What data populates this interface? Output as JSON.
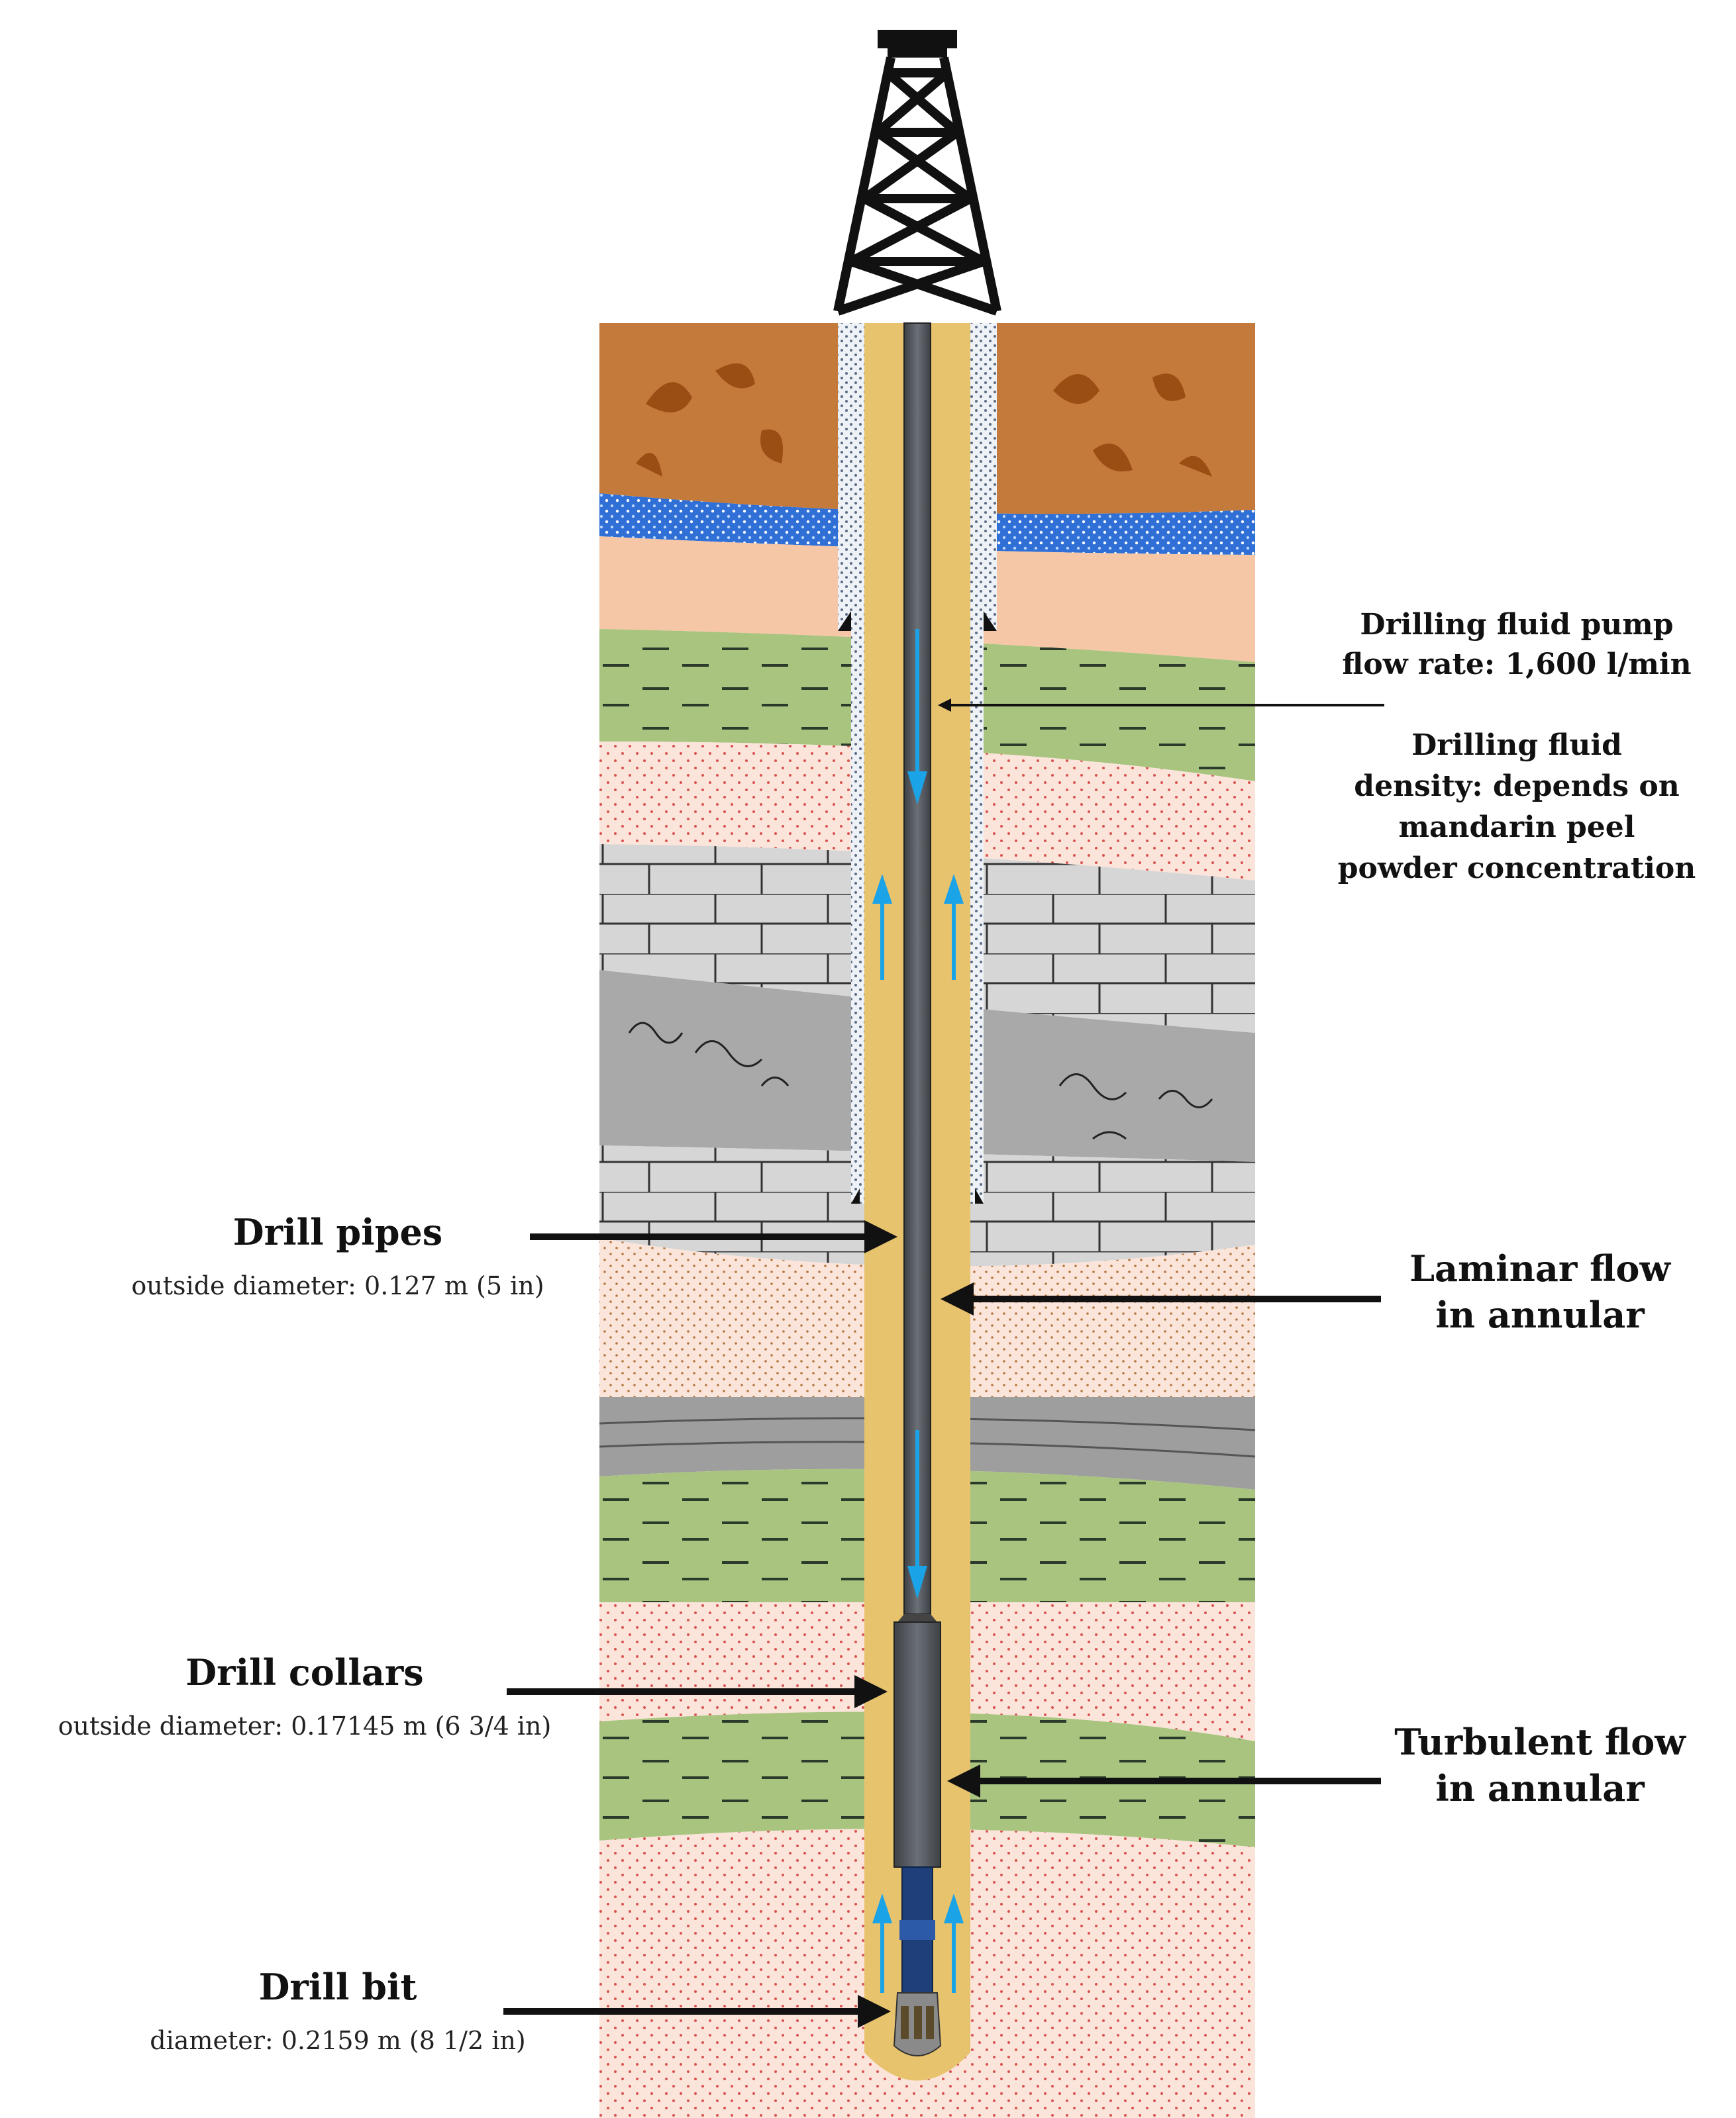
{
  "labels": {
    "pump_line1": "Drilling fluid pump",
    "pump_line2": "flow rate: 1,600 l/min",
    "density_line1": "Drilling fluid",
    "density_line2": "density: depends on",
    "density_line3": "mandarin peel",
    "density_line4": "powder concentration",
    "drill_pipes_title": "Drill pipes",
    "drill_pipes_od": "outside diameter: 0.127 m (5 in)",
    "laminar_line1": "Laminar flow",
    "laminar_line2": "in annular",
    "drill_collars_title": "Drill collars",
    "drill_collars_od": "outside diameter: 0.17145 m (6 3/4 in)",
    "turbulent_line1": "Turbulent flow",
    "turbulent_line2": "in annular",
    "drill_bit_title": "Drill bit",
    "drill_bit_d": "diameter: 0.2159 m (8 1/2 in)"
  },
  "colors": {
    "topsoil": "#c47a3b",
    "aquifer": "#2f6fd6",
    "sandstone": "#f6c7a6",
    "shale_green": "#a8c47f",
    "sand_pink": "#fbe4da",
    "limestone": "#d4d4d4",
    "claystone": "#a9a9a9",
    "mud": "#e8c36e",
    "pipe": "#555a60",
    "flow_arrow": "#1aa3e6",
    "casing": "#eef1f5"
  }
}
